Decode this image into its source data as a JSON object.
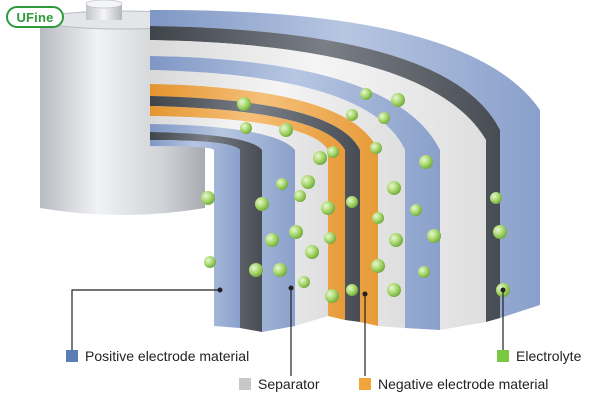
{
  "logo": {
    "text": "UFine"
  },
  "legend": {
    "positive": {
      "label": "Positive electrode material",
      "color": "#5b7eb5"
    },
    "electrolyte": {
      "label": "Electrolyte",
      "color": "#7ac943"
    },
    "separator": {
      "label": "Separator",
      "color": "#c8c8c8"
    },
    "negative": {
      "label": "Negative electrode material",
      "color": "#f2a33a"
    }
  },
  "colors": {
    "cell_body": "#c9ccd1",
    "positive_layer": "#9fb3d6",
    "separator_layer": "#e6e6e6",
    "negative_layer": "#f0a94a",
    "current_collector": "#5a5e66",
    "electrolyte_particle": "#a9d86e",
    "leader_line": "#222222"
  }
}
